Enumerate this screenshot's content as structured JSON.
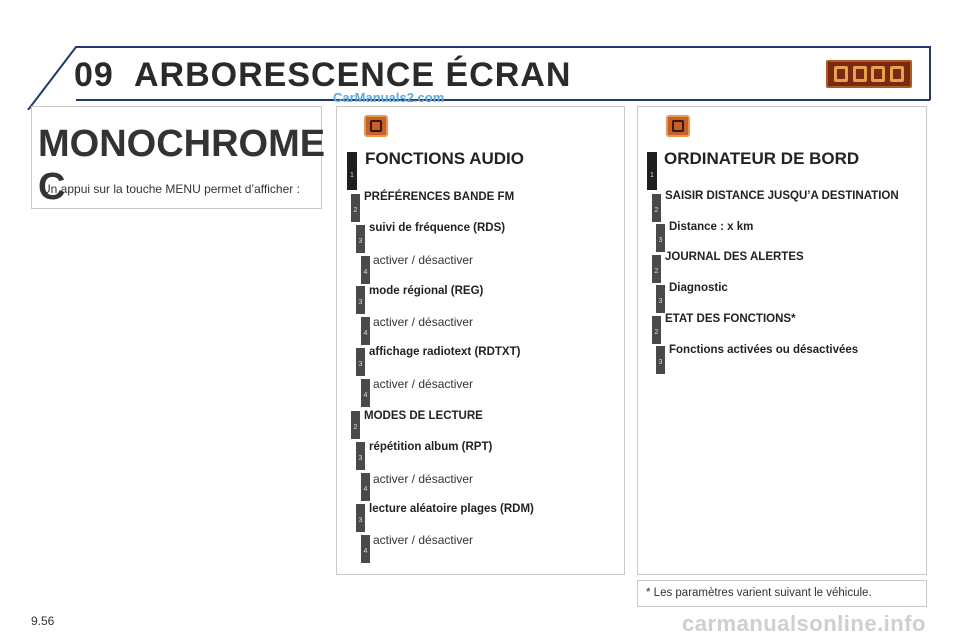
{
  "header": {
    "chapter": "09",
    "title": "ARBORESCENCE ÉCRAN",
    "watermark": "CarManuals2.com"
  },
  "monochrome": {
    "title": "MONOCHROME C",
    "text": "Un appui sur la touche MENU permet d’afficher :"
  },
  "audio": {
    "icon": "audio-functions-icon",
    "items": [
      {
        "level": "1",
        "label": "FONCTIONS AUDIO"
      },
      {
        "level": "2",
        "label": "PRÉFÉRENCES BANDE FM"
      },
      {
        "level": "3",
        "label": "suivi de fréquence (RDS)"
      },
      {
        "level": "4",
        "label": "activer / désactiver"
      },
      {
        "level": "3",
        "label": "mode régional (REG)"
      },
      {
        "level": "4",
        "label": "activer / désactiver"
      },
      {
        "level": "3",
        "label": "affichage radiotext (RDTXT)"
      },
      {
        "level": "4",
        "label": "activer / désactiver"
      },
      {
        "level": "2",
        "label": "MODES DE LECTURE"
      },
      {
        "level": "3",
        "label": "répétition album (RPT)"
      },
      {
        "level": "4",
        "label": "activer / désactiver"
      },
      {
        "level": "3",
        "label": "lecture aléatoire plages (RDM)"
      },
      {
        "level": "4",
        "label": "activer / désactiver"
      }
    ]
  },
  "ordinateur": {
    "icon": "trip-computer-icon",
    "items": [
      {
        "level": "1",
        "label": "ORDINATEUR DE BORD"
      },
      {
        "level": "2",
        "label": "SAISIR DISTANCE JUSQU’A DESTINATION"
      },
      {
        "level": "3",
        "label": "Distance : x km"
      },
      {
        "level": "2",
        "label": "JOURNAL DES ALERTES"
      },
      {
        "level": "3",
        "label": "Diagnostic"
      },
      {
        "level": "2",
        "label": "ETAT DES FONCTIONS*"
      },
      {
        "level": "3",
        "label": "Fonctions activées ou désactivées"
      }
    ]
  },
  "note": "* Les paramètres varient suivant le véhicule.",
  "page_number": "9.56",
  "footer_watermark": "carmanualsonline.info",
  "colors": {
    "level1": "#1e1e1e",
    "level_other": "#4a4a4a",
    "icon_orange": "#c8602a",
    "header_line": "#1f3a6e"
  }
}
